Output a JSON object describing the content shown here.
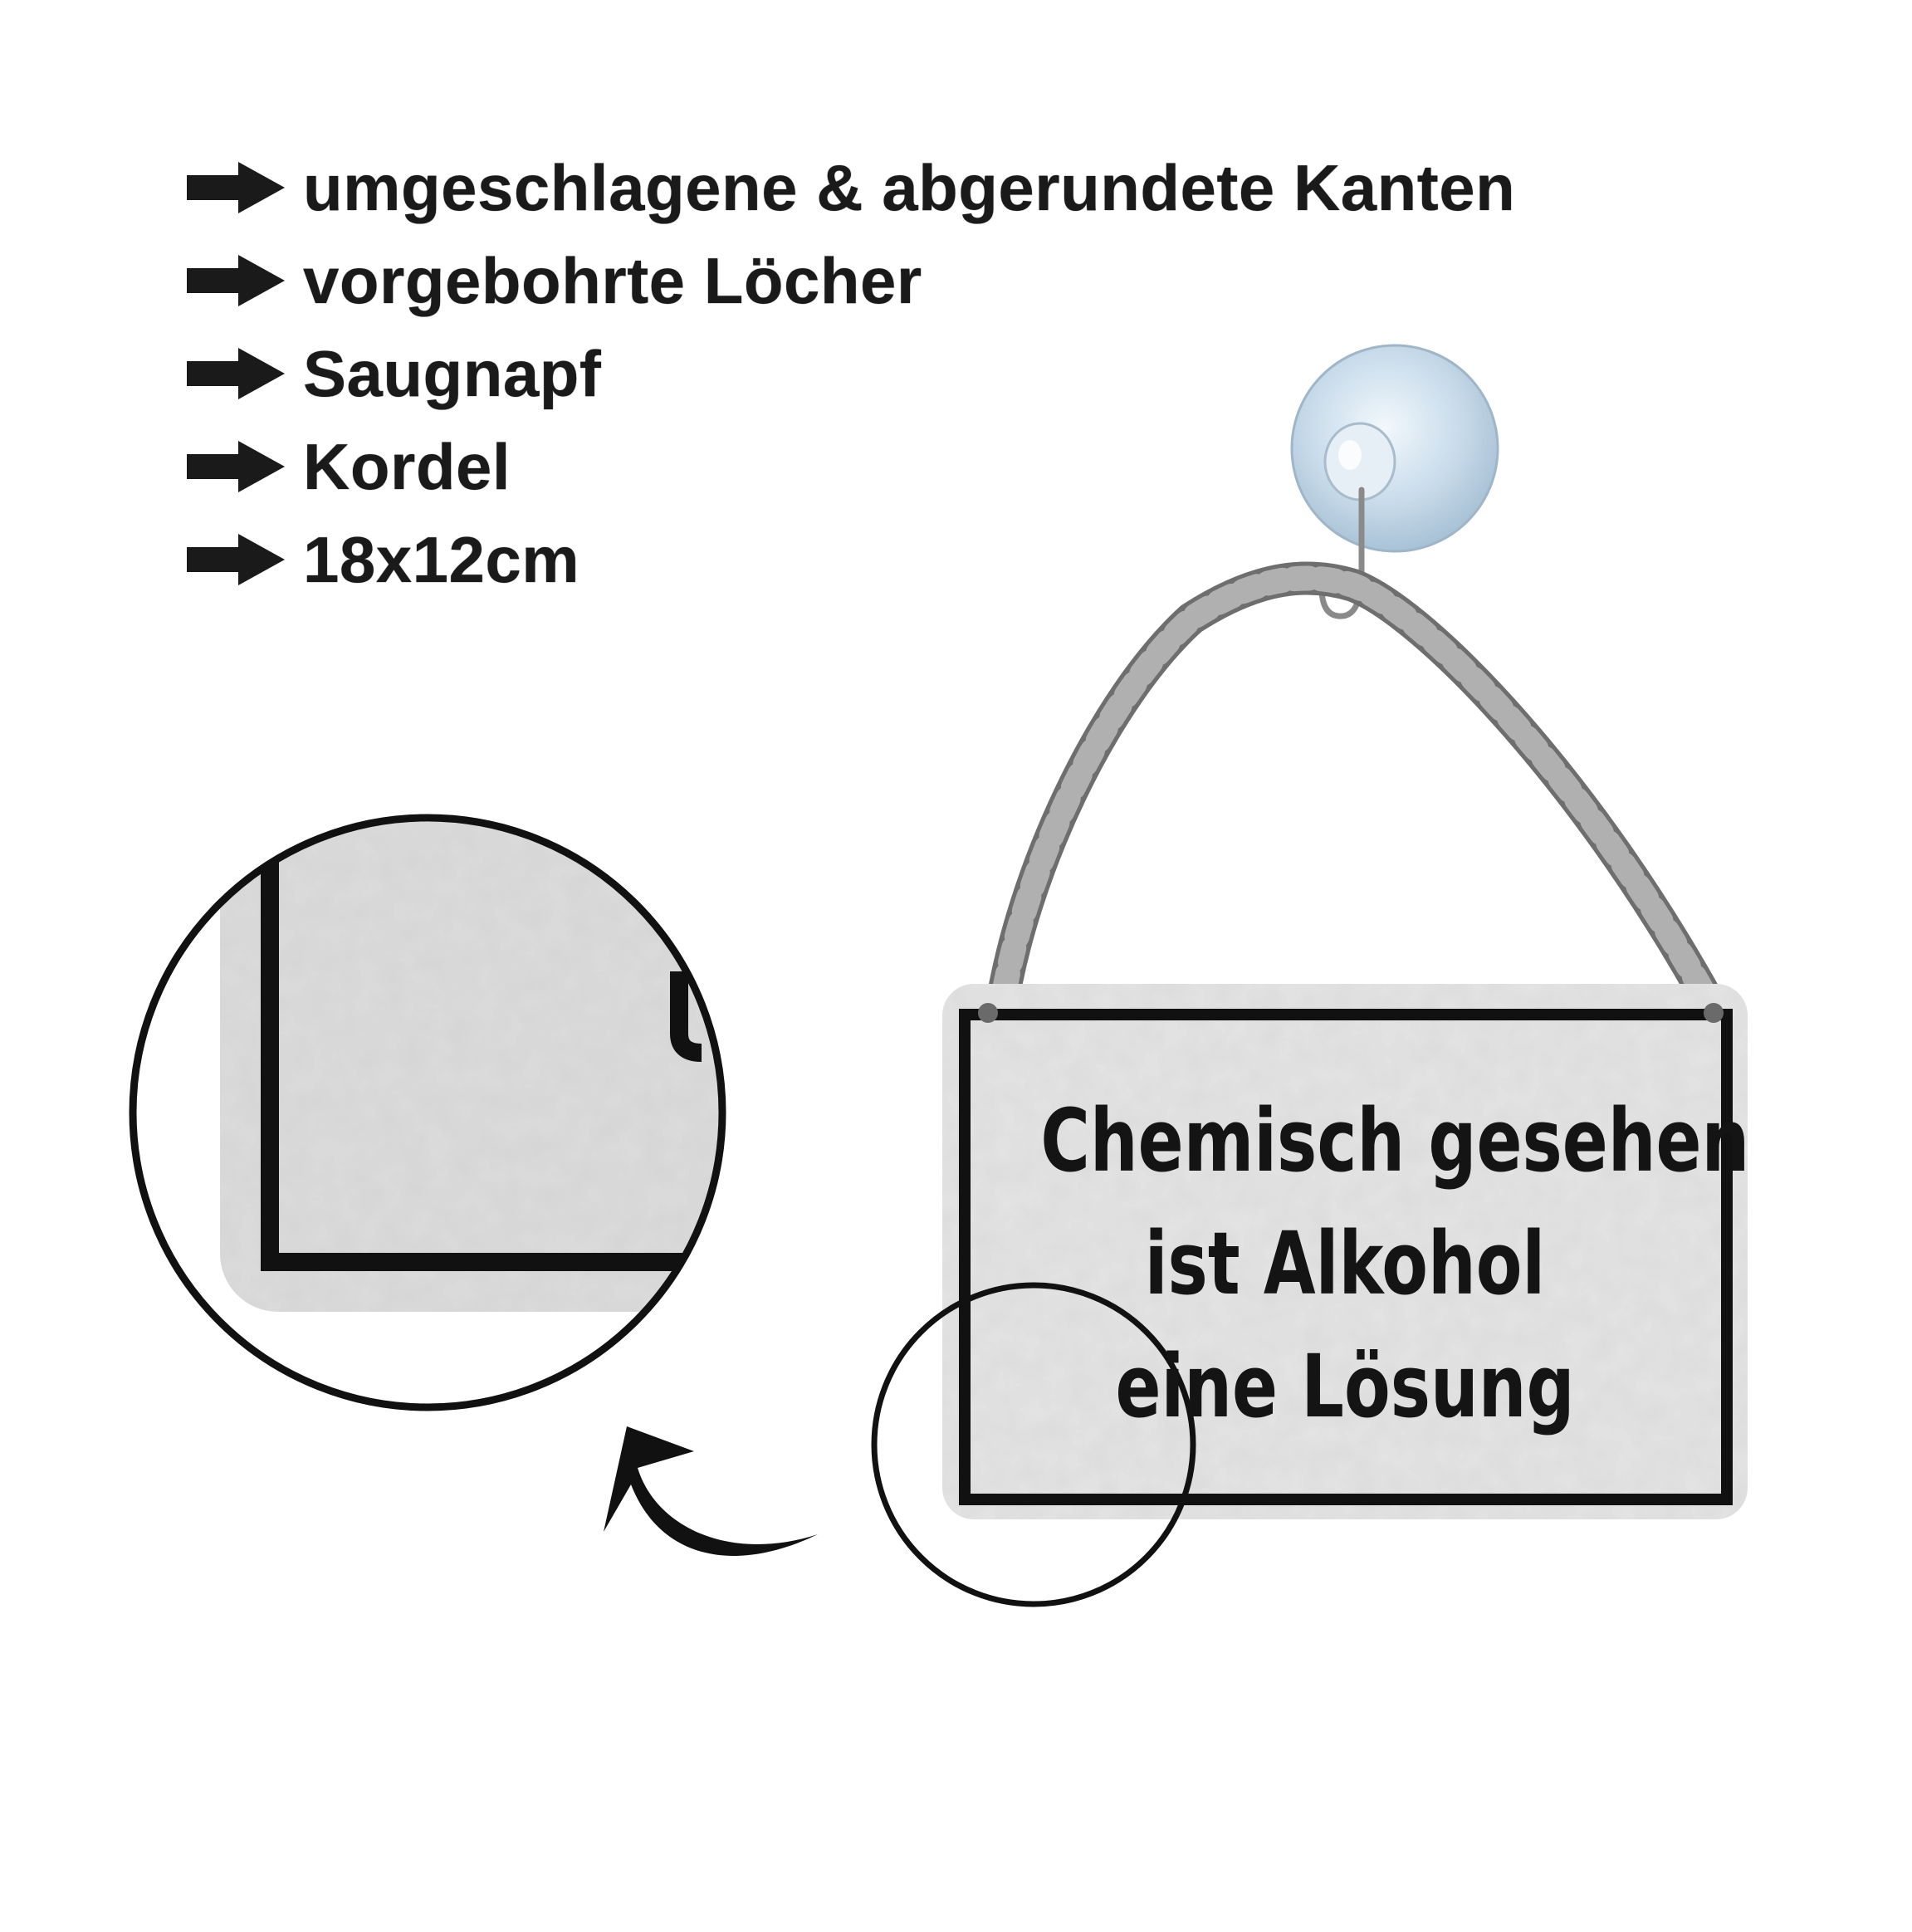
{
  "features": [
    {
      "label": "umgeschlagene & abgerundete Kanten",
      "icon": "right-arrow-icon"
    },
    {
      "label": "vorgebohrte Löcher",
      "icon": "right-arrow-icon"
    },
    {
      "label": "Saugnapf",
      "icon": "right-arrow-icon"
    },
    {
      "label": "Kordel",
      "icon": "right-arrow-icon"
    },
    {
      "label": "18x12cm",
      "icon": "right-arrow-icon"
    }
  ],
  "sign": {
    "lines": [
      "Chemisch gesehen",
      "ist Alkohol",
      "eine Lösung"
    ]
  },
  "colors": {
    "text": "#1a1a1a",
    "sign_background": "#e4e4e4",
    "sign_border": "#111111",
    "cord": "#9a9a9a",
    "suction_cup": "#cfe0ee"
  }
}
